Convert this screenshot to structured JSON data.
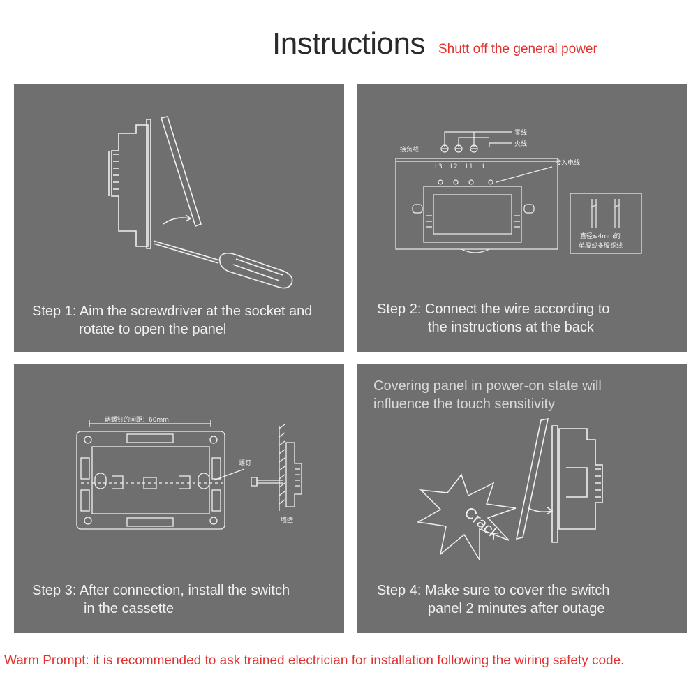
{
  "header": {
    "title": "Instructions",
    "subtitle": "Shutt off the general power"
  },
  "steps": [
    {
      "line1": "Step 1: Aim the screwdriver at the socket and",
      "line2": "rotate to open the panel"
    },
    {
      "line1": "Step 2: Connect the wire according to",
      "line2": "the instructions at the back",
      "diagram_labels": {
        "neutral": "零线",
        "live": "火线",
        "load": "接负载",
        "input": "接入电线",
        "wire_spec_1": "直径≤4mm的",
        "wire_spec_2": "单股或多股铜线",
        "terminals": [
          "L3",
          "L2",
          "L1",
          "L"
        ]
      }
    },
    {
      "line1": "Step 3: After connection, install the switch",
      "line2": "in the cassette",
      "diagram_labels": {
        "screw_distance": "两螺钉的间距：60mm",
        "screw": "螺钉",
        "wall": "墙壁"
      }
    },
    {
      "note1": "Covering panel in power-on state will",
      "note2": "influence the touch sensitivity",
      "line1": "Step 4: Make sure to cover the switch",
      "line2": "panel 2 minutes after outage",
      "crack_label": "Crack"
    }
  ],
  "footer": {
    "warning": "Warm Prompt: it is recommended to ask trained electrician for installation following the wiring safety code."
  },
  "colors": {
    "panel_bg": "#6f6f6f",
    "accent_red": "#e0322f",
    "line_white": "#f0f0f0"
  }
}
